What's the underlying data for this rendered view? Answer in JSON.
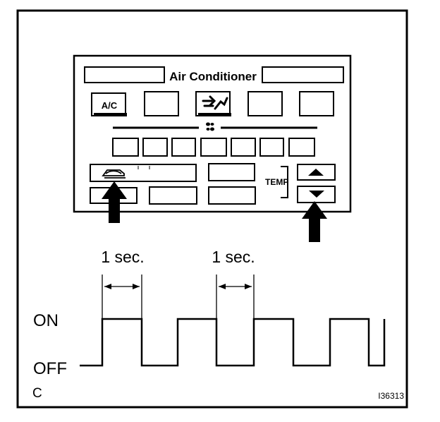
{
  "panel": {
    "title": "Air Conditioner",
    "ac_button_label": "A/C",
    "temp_label": "TEMP",
    "fan_icon": "fan-icon",
    "recirc_icon": "recirculation-icon",
    "defrost_icon": "defroster-icon"
  },
  "timing": {
    "interval_1": "1 sec.",
    "interval_2": "1 sec.",
    "on_label": "ON",
    "off_label": "OFF",
    "states": [
      0,
      1,
      0,
      1,
      0,
      1,
      0,
      1,
      0,
      1,
      0
    ]
  },
  "corner_letter": "C",
  "figure_id": "I36313",
  "colors": {
    "ink": "#000000",
    "background": "#ffffff"
  }
}
